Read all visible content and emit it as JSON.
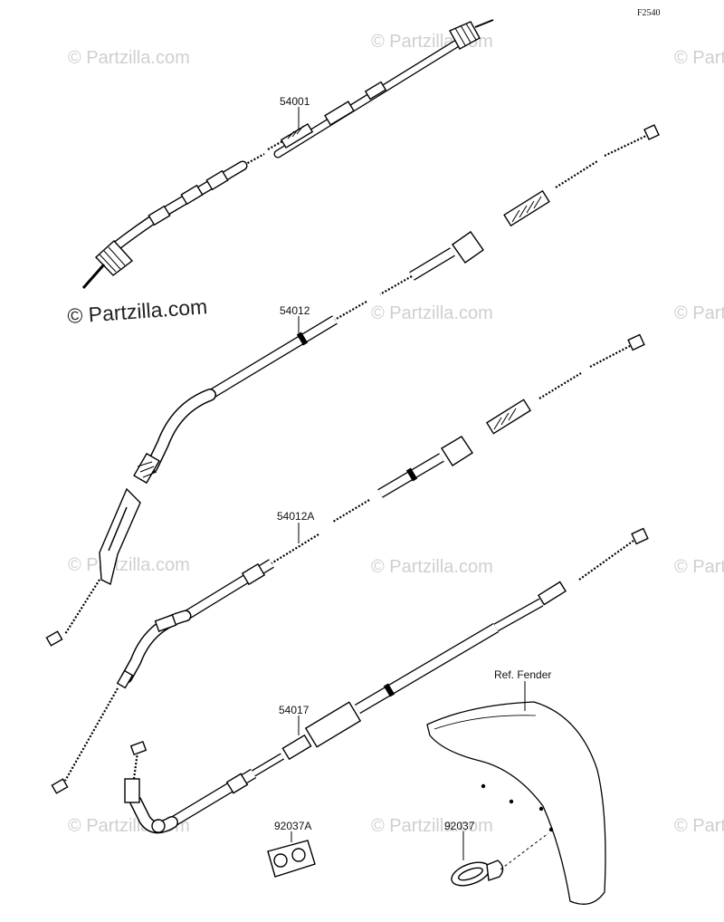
{
  "figure_id": "F2540",
  "watermark": {
    "brand": "© Partzilla.com"
  },
  "parts": [
    {
      "id": "p-54001",
      "number": "54001"
    },
    {
      "id": "p-54012",
      "number": "54012"
    },
    {
      "id": "p-54012A",
      "number": "54012A"
    },
    {
      "id": "p-54017",
      "number": "54017"
    },
    {
      "id": "p-92037A",
      "number": "92037A"
    },
    {
      "id": "p-92037",
      "number": "92037"
    }
  ],
  "reference": {
    "label": "Ref. Fender"
  },
  "colors": {
    "line": "#000000",
    "watermark": "#cfcfcf",
    "background": "#ffffff"
  }
}
